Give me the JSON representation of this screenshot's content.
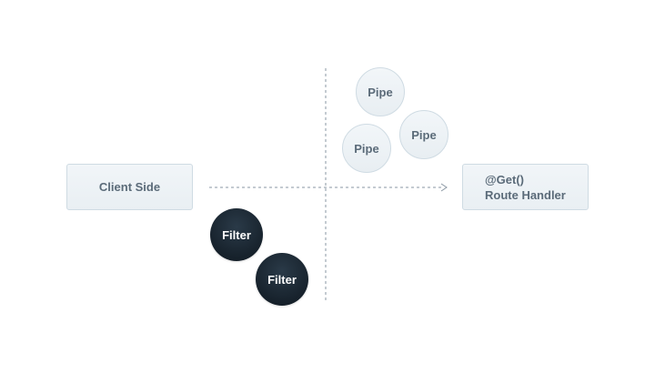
{
  "diagram": {
    "client": {
      "label": "Client Side"
    },
    "route_handler": {
      "line1": "@Get()",
      "line2": "Route Handler"
    },
    "pipes": [
      {
        "label": "Pipe"
      },
      {
        "label": "Pipe"
      },
      {
        "label": "Pipe"
      }
    ],
    "filters": [
      {
        "label": "Filter"
      },
      {
        "label": "Filter"
      }
    ],
    "colors": {
      "box_fill": "#eef3f6",
      "box_border": "#cfdbe3",
      "box_text": "#5b6b79",
      "filter_fill": "#17222c",
      "filter_text": "#ffffff",
      "line": "#8a97a3"
    }
  }
}
